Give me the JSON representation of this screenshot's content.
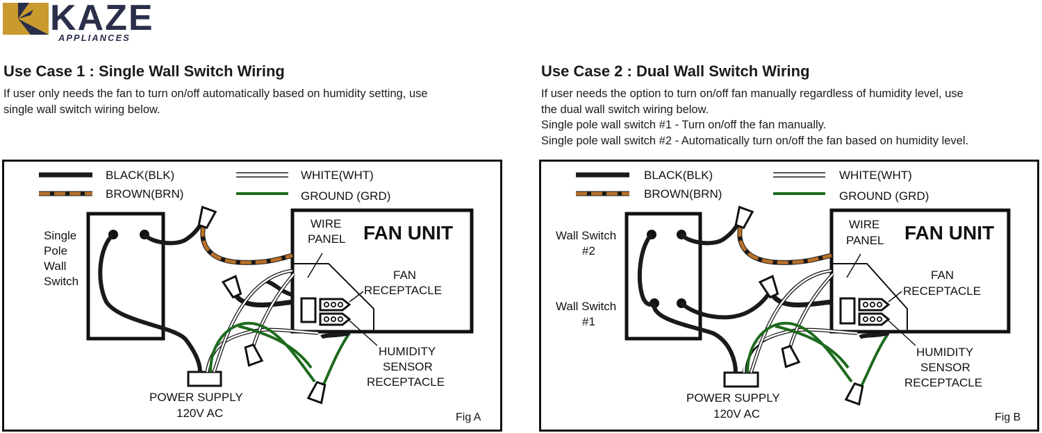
{
  "brand": {
    "name": "KAZE",
    "sub": "APPLIANCES",
    "colors": {
      "gold": "#c99a2e",
      "navy": "#2a2e4a"
    }
  },
  "legend": {
    "black": "BLACK(BLK)",
    "white": "WHITE(WHT)",
    "brown": "BROWN(BRN)",
    "ground": "GROUND (GRD)"
  },
  "wire_colors": {
    "black": "#1a1a1a",
    "brown": "#b8702a",
    "ground": "#1e6b1e",
    "white": "#ffffff"
  },
  "case1": {
    "title": "Use Case 1 : Single Wall Switch Wiring",
    "desc": [
      "If user only needs the fan to turn on/off automatically based on humidity setting, use",
      "single wall switch wiring below."
    ],
    "switch_label": [
      "Single",
      "Pole",
      "Wall",
      "Switch"
    ],
    "fig": "Fig A"
  },
  "case2": {
    "title": "Use Case 2 : Dual Wall Switch Wiring",
    "desc": [
      "If user needs the option to turn on/off fan manually regardless of humidity level, use",
      "the dual wall switch wiring below.",
      "Single pole wall switch #1 - Turn on/off the fan manually.",
      "Single pole wall switch #2 - Automatically turn on/off the fan based on humidity level."
    ],
    "switch2_label": [
      "Wall Switch",
      "#2"
    ],
    "switch1_label": [
      "Wall Switch",
      "#1"
    ],
    "fig": "Fig B"
  },
  "labels": {
    "fan_unit": "FAN UNIT",
    "wire_panel": [
      "WIRE",
      "PANEL"
    ],
    "fan_receptacle": [
      "FAN",
      "RECEPTACLE"
    ],
    "humidity": [
      "HUMIDITY",
      "SENSOR",
      "RECEPTACLE"
    ],
    "power": [
      "POWER SUPPLY",
      "120V AC"
    ]
  }
}
